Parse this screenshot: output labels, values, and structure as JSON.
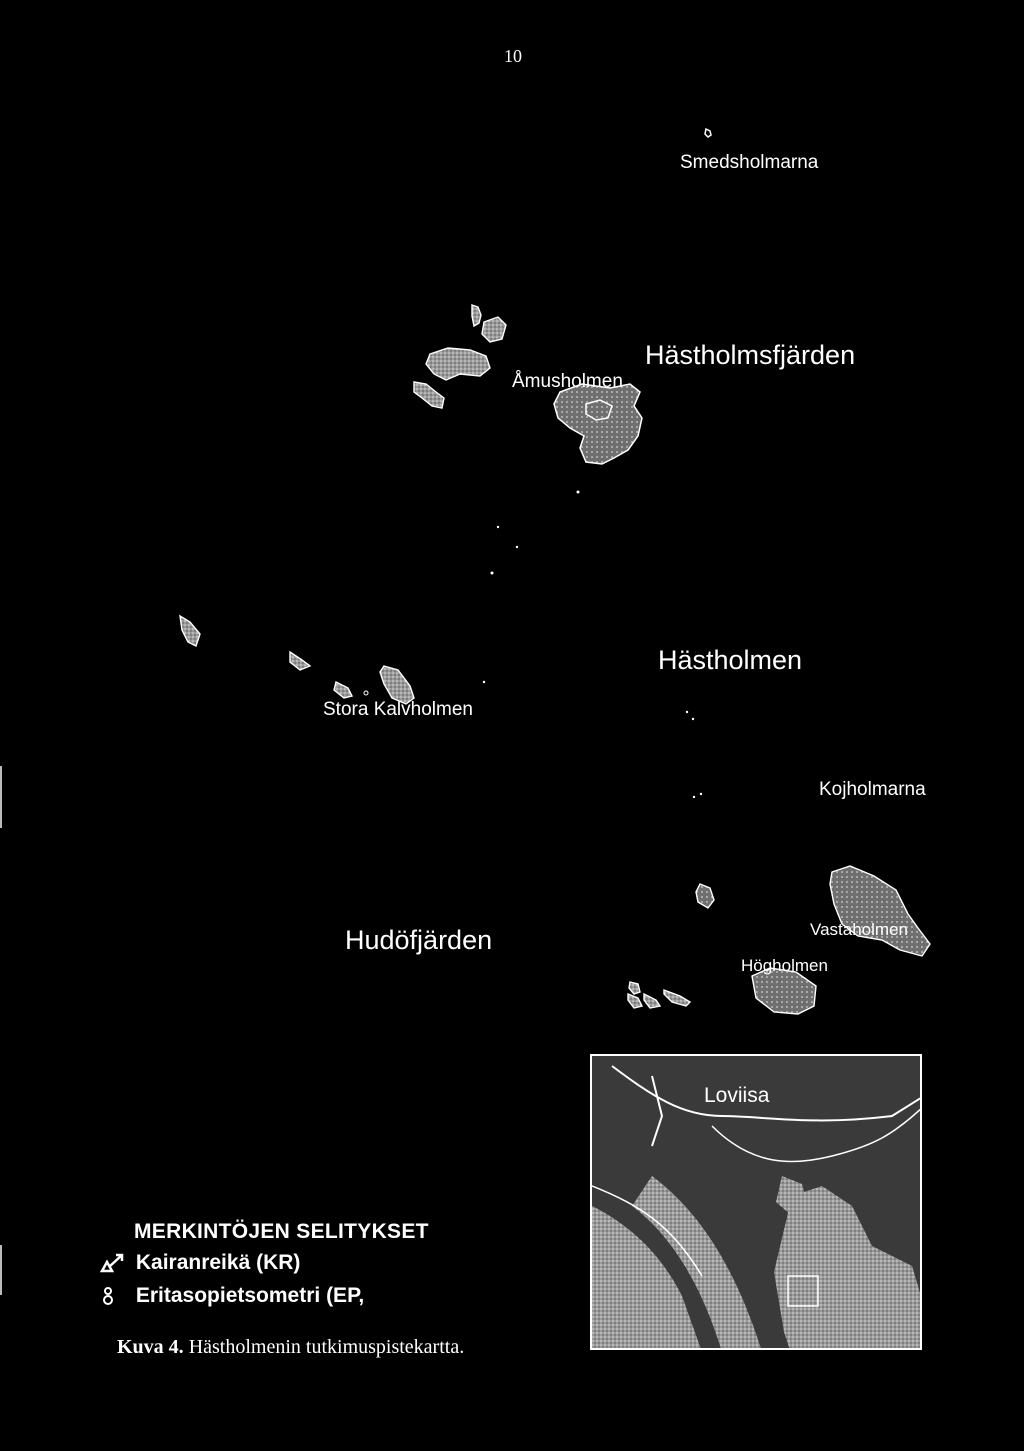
{
  "page_number": "10",
  "places": {
    "smedsholmarna": "Smedsholmarna",
    "amusholmen": "Åmusholmen",
    "hastholmsfjarden": "Hästholmsfjärden",
    "hastholmen": "Hästholmen",
    "stora_kalvholmen": "Stora Kalvholmen",
    "kojholmarna": "Kojholmarna",
    "hudofjarden": "Hudöfjärden",
    "vastaholmen": "Vastaholmen",
    "hogholmen": "Högholmen"
  },
  "inset": {
    "label": "Loviisa"
  },
  "legend": {
    "title": "MERKINTÖJEN SELITYKSET",
    "items": [
      {
        "icon": "drill-hole-icon",
        "label": "Kairanreikä (KR)"
      },
      {
        "icon": "piezometer-icon",
        "label": "Eritasopietsometri (EP,"
      }
    ]
  },
  "caption": {
    "prefix": "Kuva 4.",
    "text": "Hästholmenin tutkimuspistekartta."
  },
  "colors": {
    "background": "#000000",
    "text": "#ffffff",
    "land_fill": "#8a8a8a"
  }
}
